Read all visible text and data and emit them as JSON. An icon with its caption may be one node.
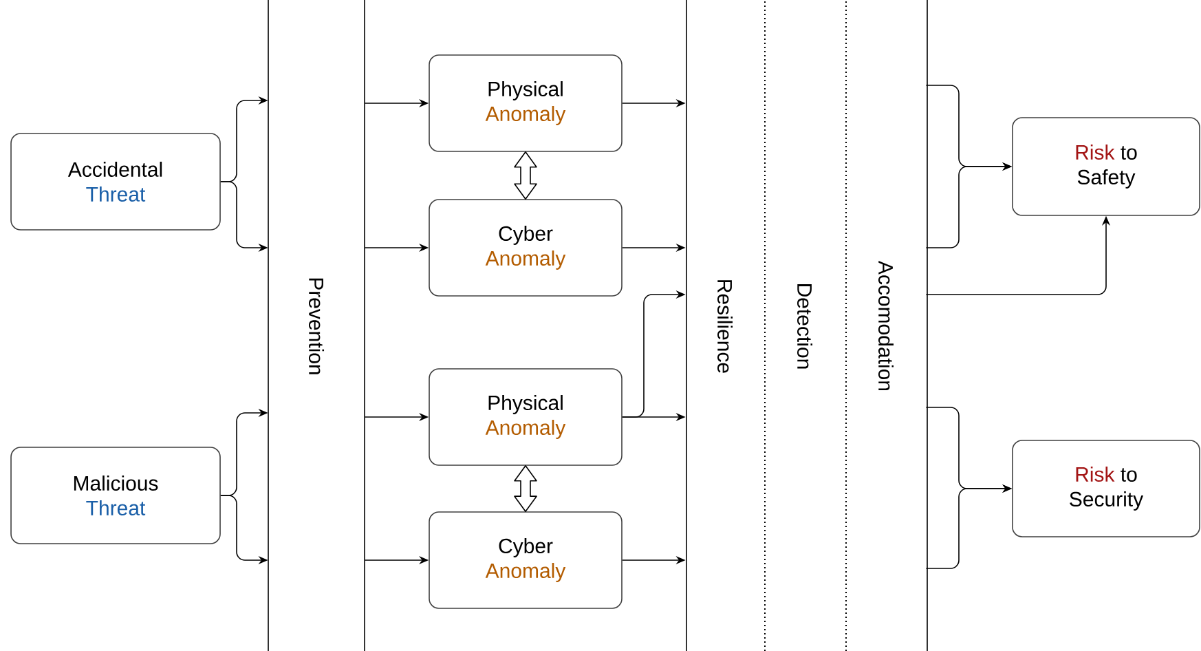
{
  "diagram": {
    "nodes": [
      {
        "text": [
          "Accidental",
          "Threat"
        ]
      },
      {
        "text": [
          "Malicious",
          "Threat"
        ]
      },
      {
        "text": [
          "Prevention"
        ]
      },
      {
        "text": [
          "Physical",
          "Anomaly"
        ]
      },
      {
        "text": [
          "Cyber",
          "Anomaly"
        ]
      },
      {
        "text": [
          "Physical",
          "Anomaly"
        ]
      },
      {
        "text": [
          "Cyber",
          "Anomaly"
        ]
      },
      {
        "text": [
          "Resilience"
        ]
      },
      {
        "text": [
          "Detection"
        ]
      },
      {
        "text": [
          "Accomodation"
        ]
      },
      {
        "text": [
          "Risk",
          "to",
          "Safety"
        ]
      },
      {
        "text": [
          "Risk",
          "to",
          "Security"
        ]
      }
    ],
    "edges": [
      {
        "from": 0,
        "to": 2,
        "arrow": "to"
      },
      {
        "from": 0,
        "to": 2,
        "arrow": "to"
      },
      {
        "from": 1,
        "to": 2,
        "arrow": "to"
      },
      {
        "from": 1,
        "to": 2,
        "arrow": "to"
      },
      {
        "from": 2,
        "to": 3,
        "arrow": "to"
      },
      {
        "from": 2,
        "to": 4,
        "arrow": "to"
      },
      {
        "from": 2,
        "to": 5,
        "arrow": "to"
      },
      {
        "from": 2,
        "to": 6,
        "arrow": "to"
      },
      {
        "from": 3,
        "to": 4,
        "arrow": "both",
        "style": "thick"
      },
      {
        "from": 5,
        "to": 6,
        "arrow": "both",
        "style": "thick"
      },
      {
        "from": 3,
        "to": 7,
        "arrow": "to"
      },
      {
        "from": 4,
        "to": 7,
        "arrow": "to"
      },
      {
        "from": 5,
        "to": 7,
        "arrow": "to"
      },
      {
        "from": 5,
        "to": 7,
        "arrow": "to"
      },
      {
        "from": 6,
        "to": 7,
        "arrow": "to"
      },
      {
        "from": 9,
        "to": 10,
        "arrow": "to"
      },
      {
        "from": 9,
        "to": 10,
        "arrow": "to"
      },
      {
        "from": 9,
        "to": 10,
        "arrow": "to"
      },
      {
        "from": 9,
        "to": 11,
        "arrow": "to"
      },
      {
        "from": 9,
        "to": 11,
        "arrow": "to"
      }
    ]
  }
}
